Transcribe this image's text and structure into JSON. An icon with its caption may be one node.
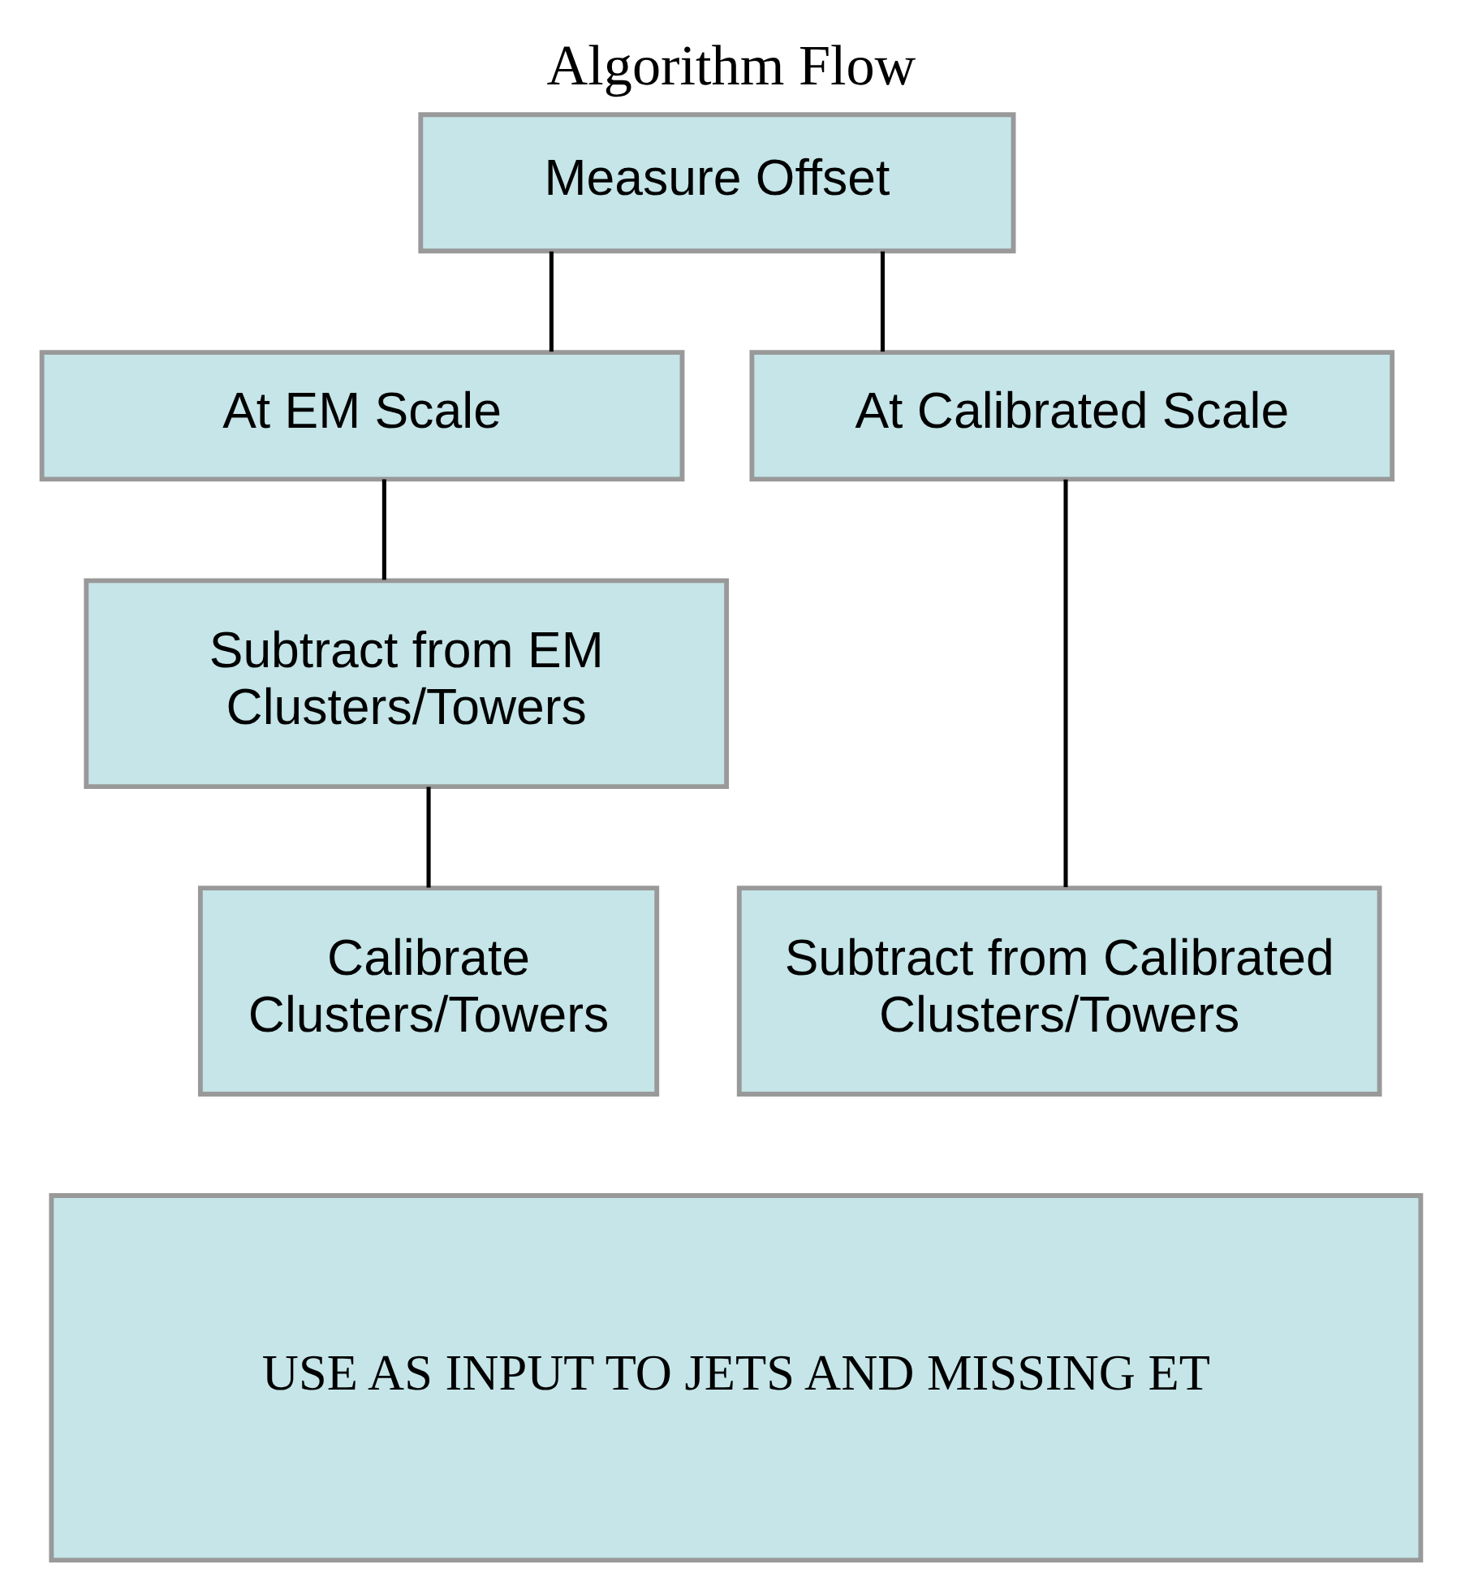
{
  "diagram": {
    "title": "Algorithm Flow",
    "nodes": [
      {
        "text": [
          "Measure Offset"
        ]
      },
      {
        "text": [
          "At EM Scale"
        ]
      },
      {
        "text": [
          "At Calibrated Scale"
        ]
      },
      {
        "text": [
          "Subtract from EM Clusters/Towers"
        ]
      },
      {
        "text": [
          "Subtract from Calibrated Clusters/Towers"
        ]
      },
      {
        "text": [
          "Calibrate Clusters/Towers"
        ]
      },
      {
        "text": [
          "USE AS INPUT TO JETS AND MISSING ET"
        ]
      }
    ],
    "edges": [
      {
        "from": 0,
        "to": 1,
        "arrow": "none"
      },
      {
        "from": 0,
        "to": 2,
        "arrow": "none"
      },
      {
        "from": 1,
        "to": 3,
        "arrow": "none"
      },
      {
        "from": 2,
        "to": 4,
        "arrow": "none"
      },
      {
        "from": 3,
        "to": 5,
        "arrow": "none"
      }
    ]
  }
}
